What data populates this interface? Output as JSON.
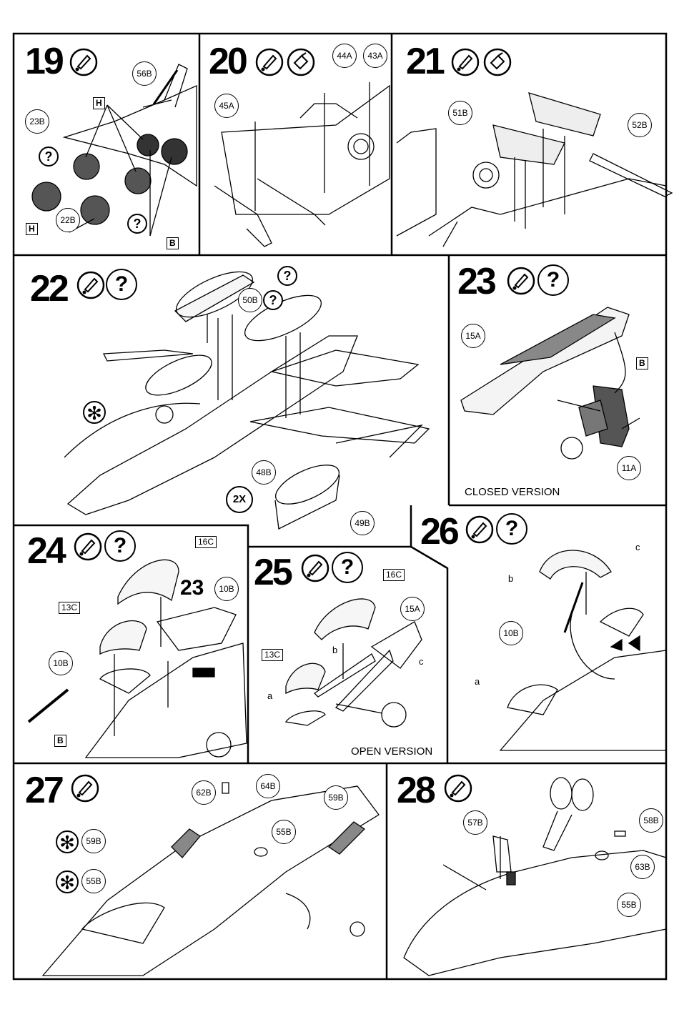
{
  "steps": [
    {
      "number": "19"
    },
    {
      "number": "20"
    },
    {
      "number": "21"
    },
    {
      "number": "22"
    },
    {
      "number": "23"
    },
    {
      "number": "24"
    },
    {
      "number": "25"
    },
    {
      "number": "26"
    },
    {
      "number": "27"
    },
    {
      "number": "28"
    }
  ],
  "parts": {
    "p56B": "56B",
    "p23B": "23B",
    "p22B": "22B",
    "p45A": "45A",
    "p44A": "44A",
    "p43A": "43A",
    "p51B": "51B",
    "p52B": "52B",
    "p50B": "50B",
    "p48B": "48B",
    "p49B": "49B",
    "p15A": "15A",
    "p11A": "11A",
    "p16C": "16C",
    "p13C": "13C",
    "p10B": "10B",
    "p62B": "62B",
    "p64B": "64B",
    "p59B": "59B",
    "p55B": "55B",
    "p57B": "57B",
    "p58B": "58B",
    "p63B": "63B"
  },
  "markers": {
    "H": "H",
    "B": "B",
    "twoX": "2X",
    "question": "?",
    "asterisk": "✻",
    "step23ref": "23"
  },
  "letters": {
    "a": "a",
    "b": "b",
    "c": "c"
  },
  "captions": {
    "closed": "CLOSED VERSION",
    "open": "OPEN VERSION"
  }
}
